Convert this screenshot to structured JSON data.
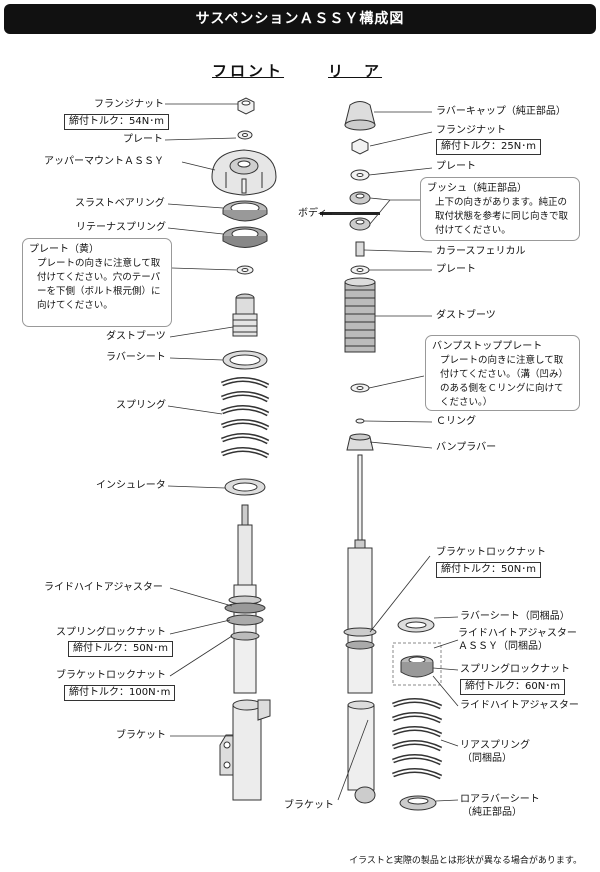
{
  "title": "サスペンションＡＳＳＹ構成図",
  "headers": {
    "front": "フロント",
    "rear": "リ　ア"
  },
  "front": {
    "flange_nut": "フランジナット",
    "flange_nut_torque": "締付トルク：54N･m",
    "plate_top": "プレート",
    "upper_mount": "アッパーマウントＡＳＳＹ",
    "thrust_bearing": "スラストベアリング",
    "retainer_spring": "リテーナスプリング",
    "plate_note_title": "プレート（黄）",
    "plate_note_body": "プレートの向きに注意して取付けてください。穴のテーパーを下側（ボルト根元側）に向けてください。",
    "dust_boot": "ダストブーツ",
    "rubber_seat": "ラバーシート",
    "spring": "スプリング",
    "insulator": "インシュレータ",
    "ride_height_adjuster": "ライドハイトアジャスター",
    "spring_lock_nut": "スプリングロックナット",
    "spring_lock_nut_torque": "締付トルク：50N･m",
    "bracket_lock_nut": "ブラケットロックナット",
    "bracket_lock_nut_torque": "締付トルク：100N･m",
    "bracket": "ブラケット"
  },
  "rear": {
    "rubber_cap": "ラバーキャップ（純正部品）",
    "flange_nut": "フランジナット",
    "flange_nut_torque": "締付トルク：25N･m",
    "plate_top": "プレート",
    "bush_note_title": "ブッシュ（純正部品）",
    "bush_note_body": "上下の向きがあります。純正の取付状態を参考に同じ向きで取付けてください。",
    "body": "ボディ",
    "collar": "カラースフェリカル",
    "plate_mid": "プレート",
    "dust_boot": "ダストブーツ",
    "bump_stop_note_title": "バンプストッププレート",
    "bump_stop_note_body": "プレートの向きに注意して取付けてください。（溝（凹み）のある側をＣリングに向けてください。）",
    "c_ring": "Ｃリング",
    "bump_rubber": "バンプラバー",
    "bracket_lock_nut": "ブラケットロックナット",
    "bracket_lock_nut_torque": "締付トルク：50N･m",
    "rubber_seat": "ラバーシート（同梱品）",
    "ride_height_adjuster_assy_1": "ライドハイトアジャスター",
    "ride_height_adjuster_assy_2": "ＡＳＳＹ（同梱品）",
    "spring_lock_nut": "スプリングロックナット",
    "spring_lock_nut_torque": "締付トルク：60N･m",
    "ride_height_adjuster": "ライドハイトアジャスター",
    "rear_spring_1": "リアスプリング",
    "rear_spring_2": "（同梱品）",
    "bracket": "ブラケット",
    "lower_rubber_seat_1": "ロアラバーシート",
    "lower_rubber_seat_2": "（純正部品）"
  },
  "footer": "イラストと実際の製品とは形状が異なる場合があります。"
}
